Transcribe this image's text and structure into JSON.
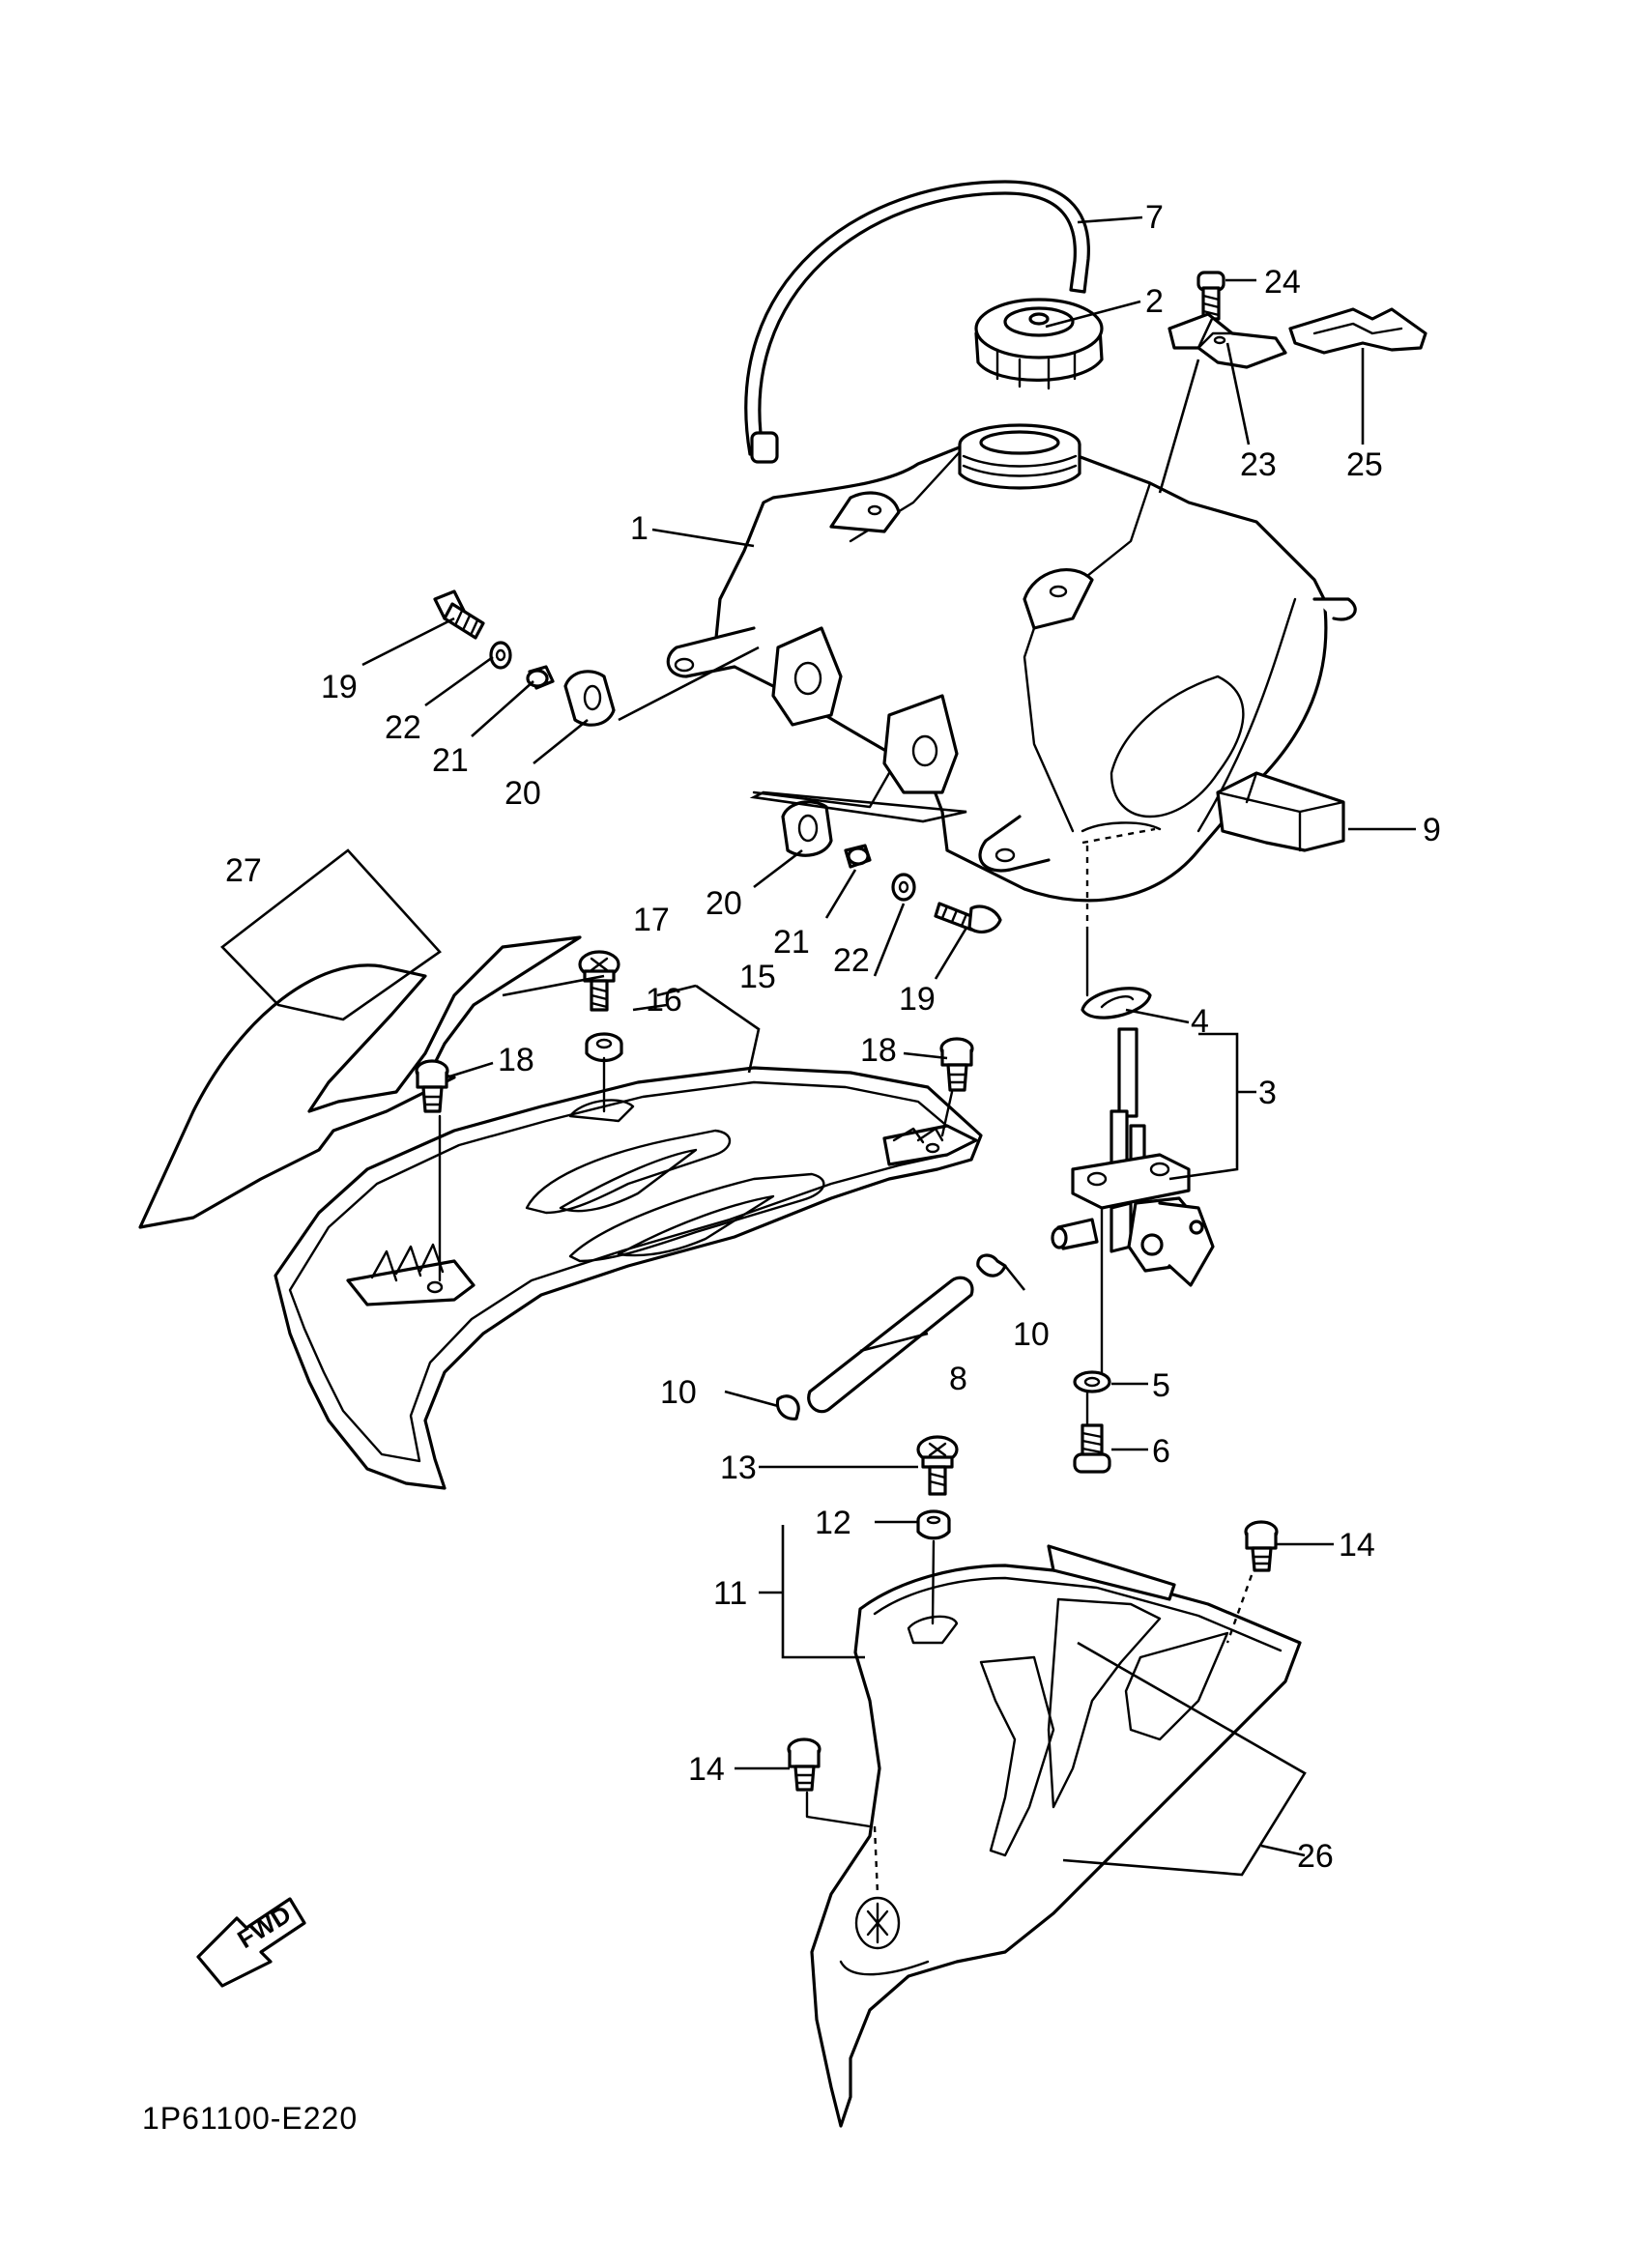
{
  "diagram_code": "1P61100-E220",
  "fwd_label": "FWD",
  "callouts": {
    "c1": "1",
    "c2": "2",
    "c3": "3",
    "c4": "4",
    "c5": "5",
    "c6": "6",
    "c7": "7",
    "c8": "8",
    "c9": "9",
    "c10a": "10",
    "c10b": "10",
    "c11": "11",
    "c12": "12",
    "c13": "13",
    "c14a": "14",
    "c14b": "14",
    "c15": "15",
    "c16": "16",
    "c17": "17",
    "c18a": "18",
    "c18b": "18",
    "c19a": "19",
    "c19b": "19",
    "c20a": "20",
    "c20b": "20",
    "c21a": "21",
    "c21b": "21",
    "c22a": "22",
    "c22b": "22",
    "c23": "23",
    "c24": "24",
    "c25": "25",
    "c26": "26",
    "c27": "27"
  },
  "colors": {
    "line": "#000000",
    "background": "#ffffff"
  }
}
